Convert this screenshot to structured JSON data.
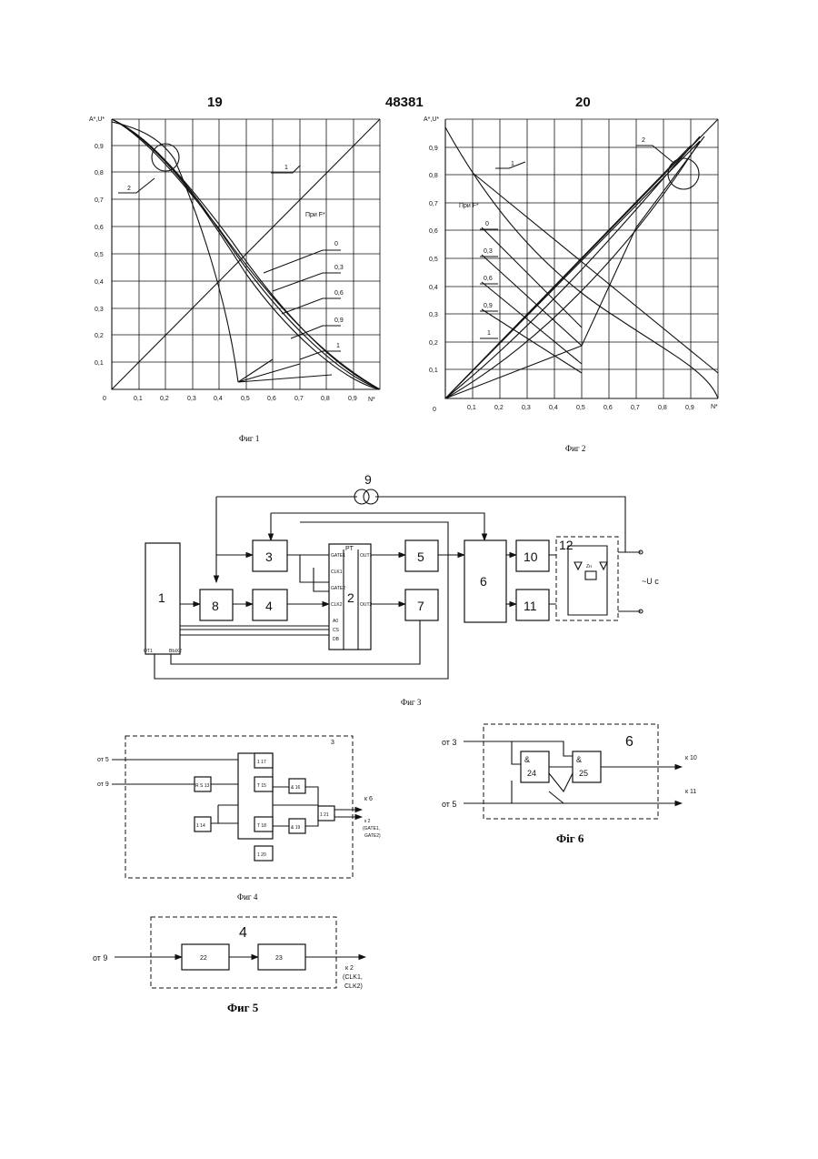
{
  "header": {
    "left_page": "19",
    "center": "48381",
    "right_page": "20"
  },
  "fig1": {
    "caption": "Фиг 1",
    "yaxis_label": "A*,U*",
    "xaxis_label": "N*",
    "origin": "0",
    "x_ticks": [
      "0,1",
      "0,2",
      "0,3",
      "0,4",
      "0,5",
      "0,6",
      "0,7",
      "0,8",
      "0,9"
    ],
    "y_ticks": [
      "0,9",
      "0,8",
      "0,7",
      "0,6",
      "0,5",
      "0,4",
      "0,3",
      "0,2",
      "0,1"
    ],
    "callouts": {
      "c1": "1",
      "c2": "2"
    },
    "param_label": "При F*",
    "params": [
      "0",
      "0,3",
      "0,6",
      "0,9",
      "1"
    ]
  },
  "fig2": {
    "caption": "Фиг 2",
    "yaxis_label": "A*,U*",
    "xaxis_label": "N*",
    "origin": "0",
    "x_ticks": [
      "0,1",
      "0,2",
      "0,3",
      "0,4",
      "0,5",
      "0,6",
      "0,7",
      "0,8",
      "0,9"
    ],
    "y_ticks": [
      "0,9",
      "0,8",
      "0,7",
      "0,6",
      "0,5",
      "0,4",
      "0,3",
      "0,2",
      "0,1"
    ],
    "callouts": {
      "c1": "1",
      "c2": "2"
    },
    "param_label": "При F*",
    "params": [
      "0",
      "0,3",
      "0,6",
      "0,9",
      "1"
    ]
  },
  "fig3": {
    "caption": "Фиг 3",
    "blocks": [
      "1",
      "2",
      "3",
      "4",
      "5",
      "6",
      "7",
      "8",
      "9",
      "10",
      "11",
      "12"
    ],
    "pt_label": "PT",
    "pins_left": [
      "GATE1",
      "CLK1",
      "GATE2",
      "CLK2",
      "A0",
      "CS",
      "DB"
    ],
    "pins_right": [
      "OUT1",
      "OUT2"
    ],
    "outputs_b1": [
      "ОТ1",
      "ВЫХ2"
    ],
    "ac_label": "~U c",
    "z_label": "Zн"
  },
  "fig4": {
    "caption": "Фиг 4",
    "block_num": "3",
    "in_labels": [
      "от 5",
      "от 9"
    ],
    "out_labels": [
      "к 6",
      "к 2",
      "(GATE1,",
      "GATE2)"
    ],
    "cells": [
      "1 17",
      "T 15",
      "& 16",
      "R S 13",
      "1 14",
      "T 18",
      "& 19",
      "1 20",
      "1 21"
    ]
  },
  "fig5": {
    "caption": "Фиг 5",
    "block_num": "4",
    "in_label": "от 9",
    "cells": [
      "22",
      "23"
    ],
    "out_labels": [
      "к 2",
      "(CLK1,",
      "CLK2)"
    ]
  },
  "fig6": {
    "caption": "Фіг 6",
    "block_num": "6",
    "in_labels": [
      "от 3",
      "от 5"
    ],
    "gates": [
      "&",
      "24",
      "&",
      "25"
    ],
    "out_labels": [
      "к 10",
      "к 11"
    ]
  }
}
